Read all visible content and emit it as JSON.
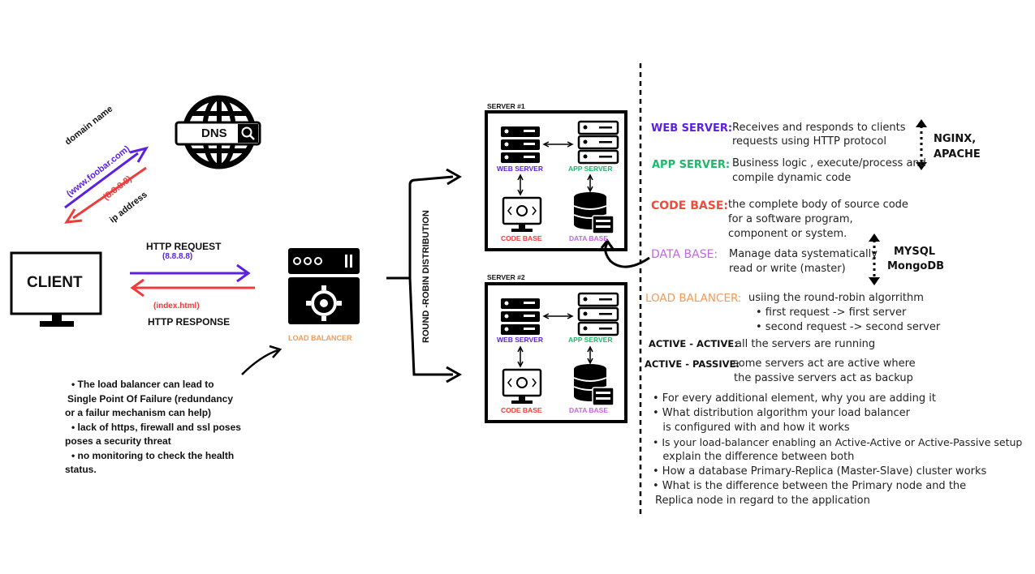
{
  "colors": {
    "purple": "#5b21e0",
    "red": "#ef3b3b",
    "green": "#1fb86a",
    "violet": "#c166e0",
    "orange": "#f59a52",
    "coral": "#f04b3c",
    "black": "#000000"
  },
  "left": {
    "dns_label": "DNS",
    "domain_name_label": "domain name",
    "domain_value": "(www.foobar.com)",
    "ip_value": "(8.8.8.8)",
    "ip_address_label": "ip address",
    "client_label": "CLIENT",
    "http_request_label": "HTTP REQUEST",
    "request_ip": "(8.8.8.8)",
    "response_file": "(index.html)",
    "http_response_label": "HTTP RESPONSE",
    "load_balancer_label": "LOAD BALANCER",
    "round_robin_label": "ROUND -ROBIN DISTRIBUTION",
    "notes": [
      "•     The load balancer can lead to",
      "Single Point Of Failure (redundancy",
      "or a failur mechanism can help)",
      "• lack of https, firewall and ssl poses",
      "poses a security threat",
      "• no monitoring to check the health",
      "status."
    ]
  },
  "servers": [
    {
      "title": "SERVER #1",
      "web": "WEB SERVER",
      "app": "APP SERVER",
      "code": "CODE BASE",
      "db": "DATA BASE"
    },
    {
      "title": "SERVER #2",
      "web": "WEB SERVER",
      "app": "APP SERVER",
      "code": "CODE BASE",
      "db": "DATA BASE"
    }
  ],
  "legend": {
    "web_server": {
      "term": "WEB SERVER:",
      "lines": [
        "Receives and responds  to clients",
        "requests using HTTP protocol"
      ]
    },
    "app_server": {
      "term": "APP SERVER:",
      "lines": [
        "Business logic , execute/process and",
        "compile dynamic code"
      ]
    },
    "web_examples": [
      "NGINX,",
      "APACHE"
    ],
    "code_base": {
      "term": "CODE BASE:",
      "lines": [
        "the complete body of source code",
        "for a software program,",
        "component or system."
      ]
    },
    "data_base": {
      "term": "DATA BASE:",
      "lines": [
        "Manage data systematically",
        "read or write (master)"
      ]
    },
    "db_examples": [
      "MYSQL",
      "MongoDB"
    ],
    "load_balancer": {
      "term": "LOAD BALANCER:",
      "lines": [
        "usiing the round-robin algorrithm",
        "• first request -> first server",
        "• second request -> second server"
      ]
    },
    "active_active": {
      "term": "ACTIVE - ACTIVE:",
      "line": "all the servers are running"
    },
    "active_passive": {
      "term": "ACTIVE  - PASSIVE:",
      "lines": [
        "some servers act are active where",
        "the passive servers act as backup"
      ]
    },
    "questions": [
      "• For every additional element, why you are adding it",
      "• What distribution algorithm your load balancer",
      "   is configured with and how it works",
      "• Is your load-balancer enabling an Active-Active or Active-Passive setup",
      "   explain the difference between both",
      "• How a database Primary-Replica (Master-Slave) cluster works",
      "• What is the difference between the Primary node and the",
      "Replica node in regard to the application"
    ]
  }
}
